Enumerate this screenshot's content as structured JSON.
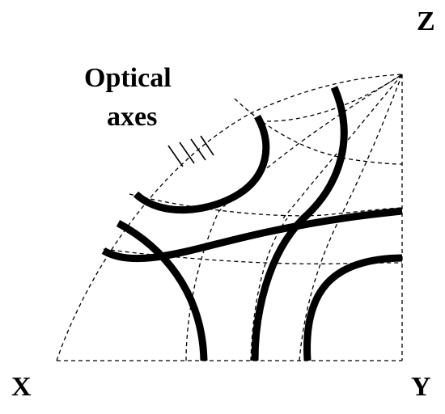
{
  "labels": {
    "z": "Z",
    "x": "X",
    "y": "Y",
    "annotation_line1": "Optical",
    "annotation_line2": "axes"
  },
  "colors": {
    "ink": "#000000",
    "background": "#ffffff"
  }
}
